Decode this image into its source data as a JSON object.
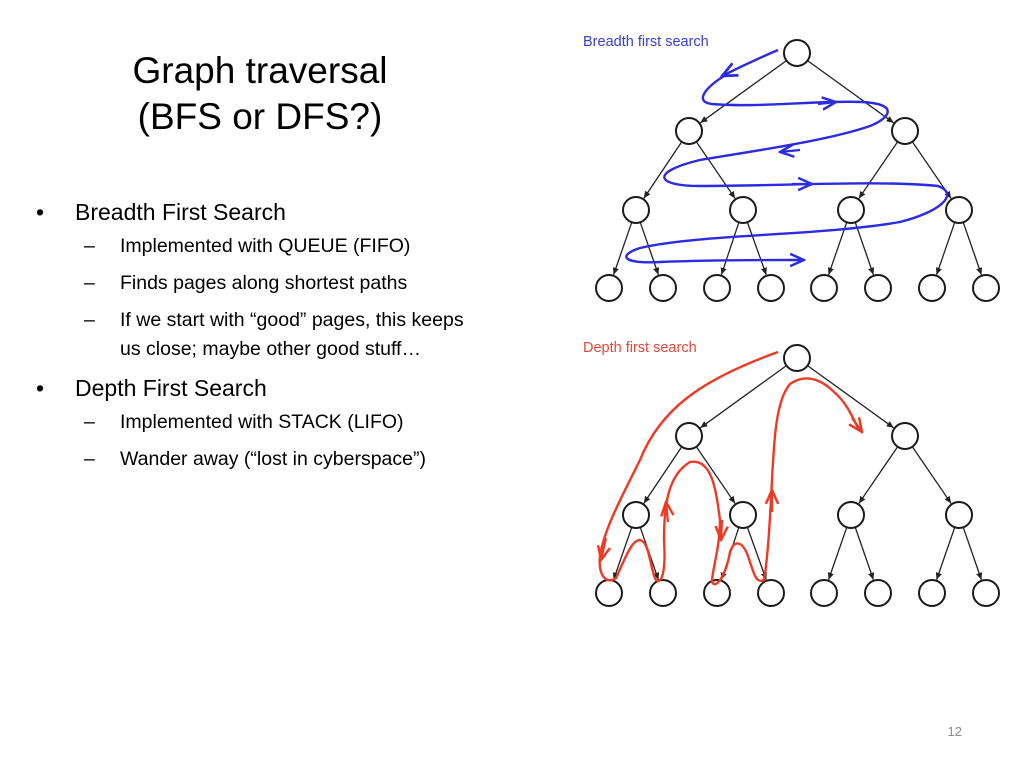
{
  "slide": {
    "title_line1": "Graph traversal",
    "title_line2": "(BFS or DFS?)",
    "page_number": "12"
  },
  "bullets": [
    {
      "mark": "•",
      "text": "Breadth First Search",
      "sub": [
        {
          "mark": "–",
          "text": "Implemented with QUEUE (FIFO)"
        },
        {
          "mark": "–",
          "text": "Finds pages along shortest paths"
        },
        {
          "mark": "–",
          "text": "If we start with “good” pages, this keeps",
          "text2": "us close; maybe other good stuff…"
        }
      ]
    },
    {
      "mark": "•",
      "text": "Depth First Search",
      "sub": [
        {
          "mark": "–",
          "text": "Implemented with STACK (LIFO)"
        },
        {
          "mark": "–",
          "text": "Wander away (“lost in cyberspace”)"
        }
      ]
    }
  ],
  "diagrams": {
    "bfs": {
      "label": "Breadth first search",
      "color": "#2b2be0",
      "label_color": "#3b3bd8"
    },
    "dfs": {
      "label": "Depth first search",
      "color": "#ee3a24",
      "label_color": "#e8483a"
    }
  },
  "tree_colors": {
    "node_stroke": "#1a1a1a",
    "edge": "#222222"
  }
}
